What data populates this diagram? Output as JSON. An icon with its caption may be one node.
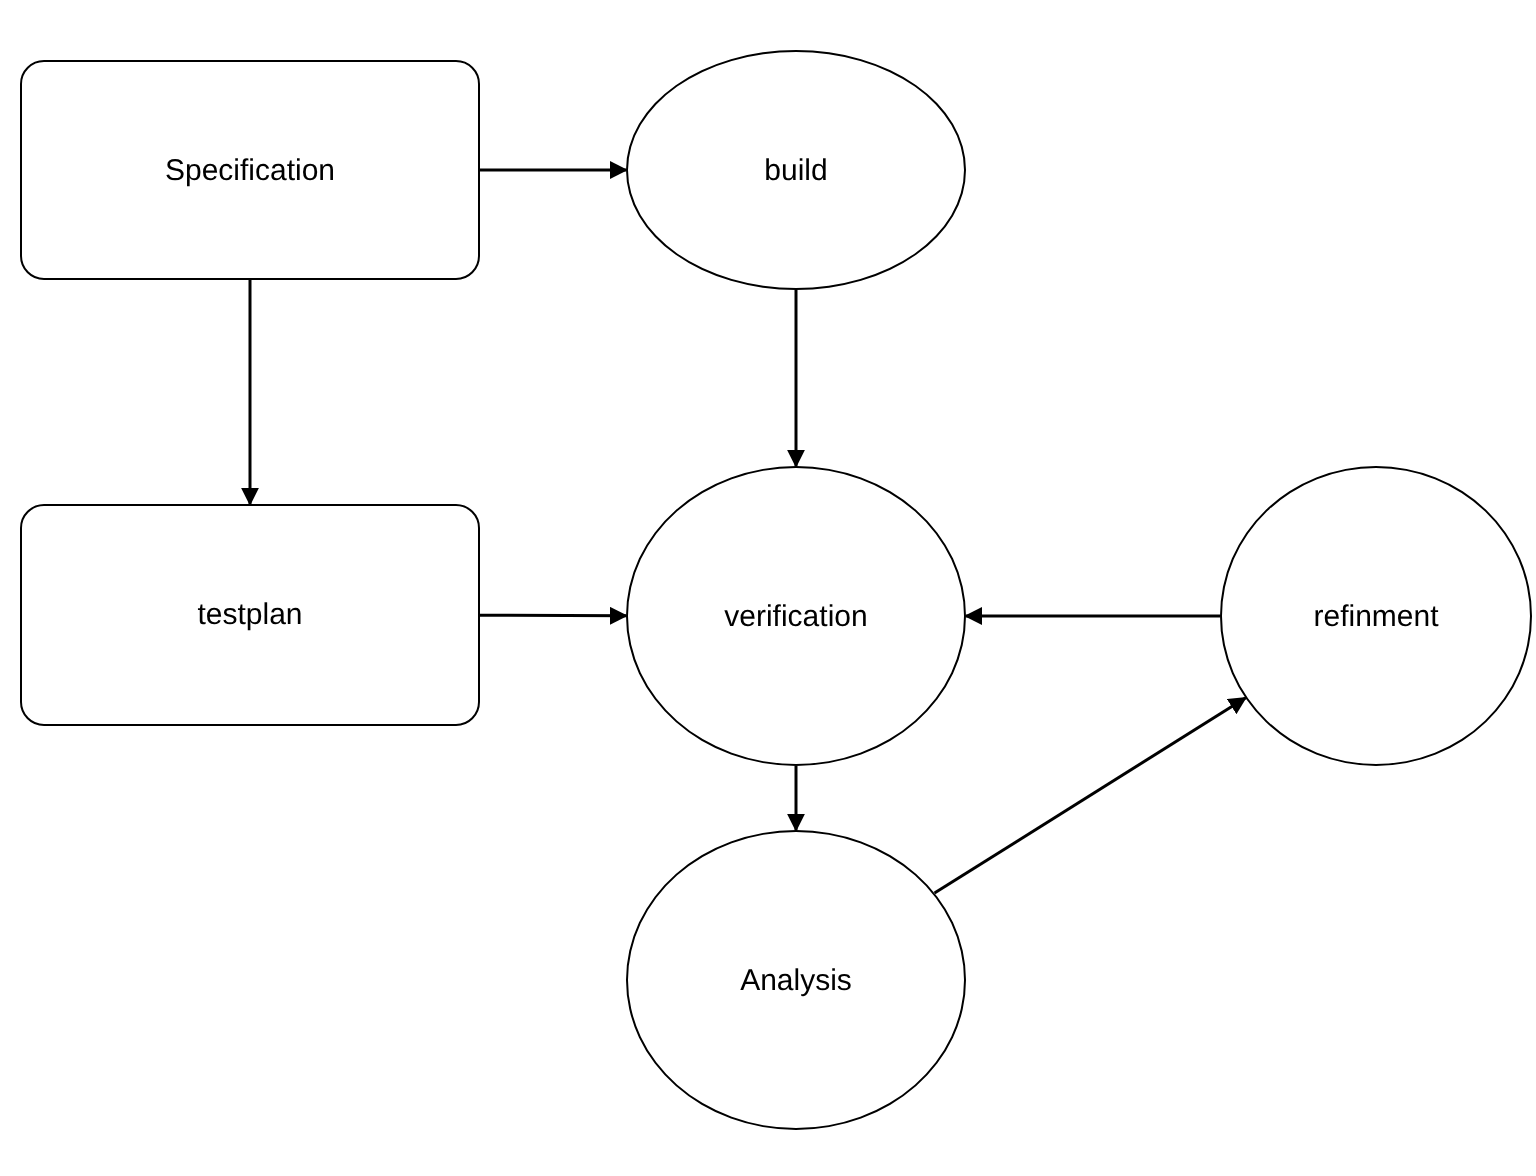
{
  "diagram": {
    "nodes": [
      {
        "text": [
          "Specification"
        ]
      },
      {
        "text": [
          "build"
        ]
      },
      {
        "text": [
          "testplan"
        ]
      },
      {
        "text": [
          "verification"
        ]
      },
      {
        "text": [
          "refinment"
        ]
      },
      {
        "text": [
          "Analysis"
        ]
      }
    ],
    "edges": [
      {
        "from": 0,
        "to": 1,
        "arrow": "to"
      },
      {
        "from": 0,
        "to": 2,
        "arrow": "to"
      },
      {
        "from": 1,
        "to": 3,
        "arrow": "to"
      },
      {
        "from": 2,
        "to": 3,
        "arrow": "to"
      },
      {
        "from": 4,
        "to": 3,
        "arrow": "to"
      },
      {
        "from": 3,
        "to": 5,
        "arrow": "to"
      },
      {
        "from": 5,
        "to": 4,
        "arrow": "to"
      }
    ]
  }
}
